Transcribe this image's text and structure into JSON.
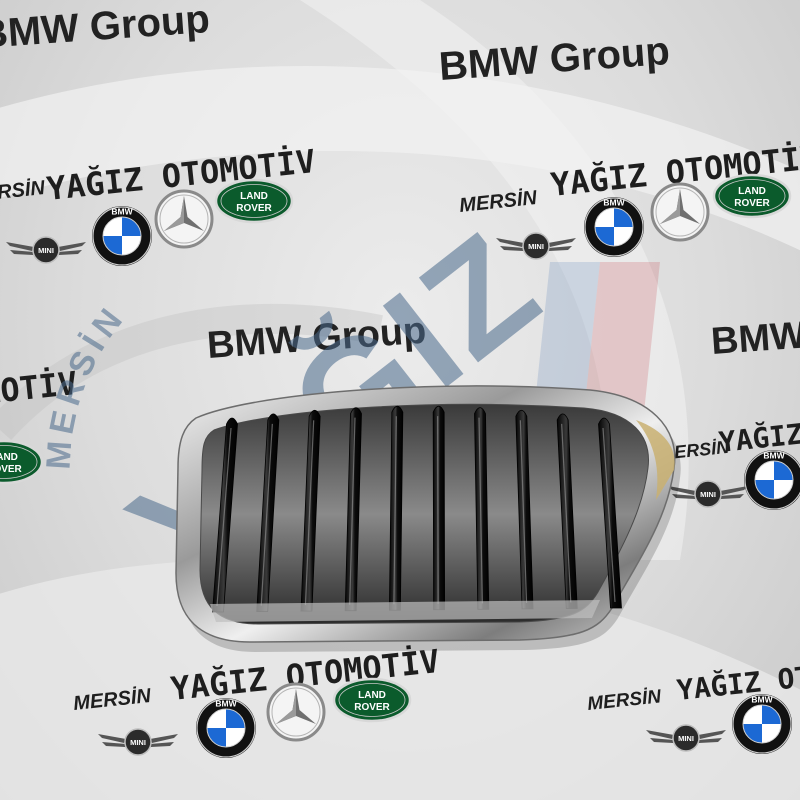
{
  "backdrop": {
    "brand_group_text": "BMW Group",
    "shop_name": "YAĞIZ OTOMOTİV",
    "city": "MERSİN",
    "logos": {
      "bmw": {
        "icon": "bmw-roundel-icon",
        "letters": "BMW",
        "colors": {
          "blue": "#1c69d4",
          "ring": "#111111"
        }
      },
      "mercedes": {
        "icon": "mercedes-star-icon"
      },
      "land_rover": {
        "icon": "land-rover-oval-icon",
        "letters": [
          "LAND",
          "ROVER"
        ],
        "color": "#0b5b2c"
      },
      "mini": {
        "icon": "mini-wings-icon",
        "letters": "MINI"
      }
    },
    "watermark": {
      "big_letters": "YAĞIZ",
      "arched_letters": "MERSİN",
      "color": "#4a6a8c"
    }
  },
  "product": {
    "label": "chrome kidney grille",
    "frame_color": "#c8c8c8",
    "slat_color": "#141414",
    "slat_count": 10
  }
}
